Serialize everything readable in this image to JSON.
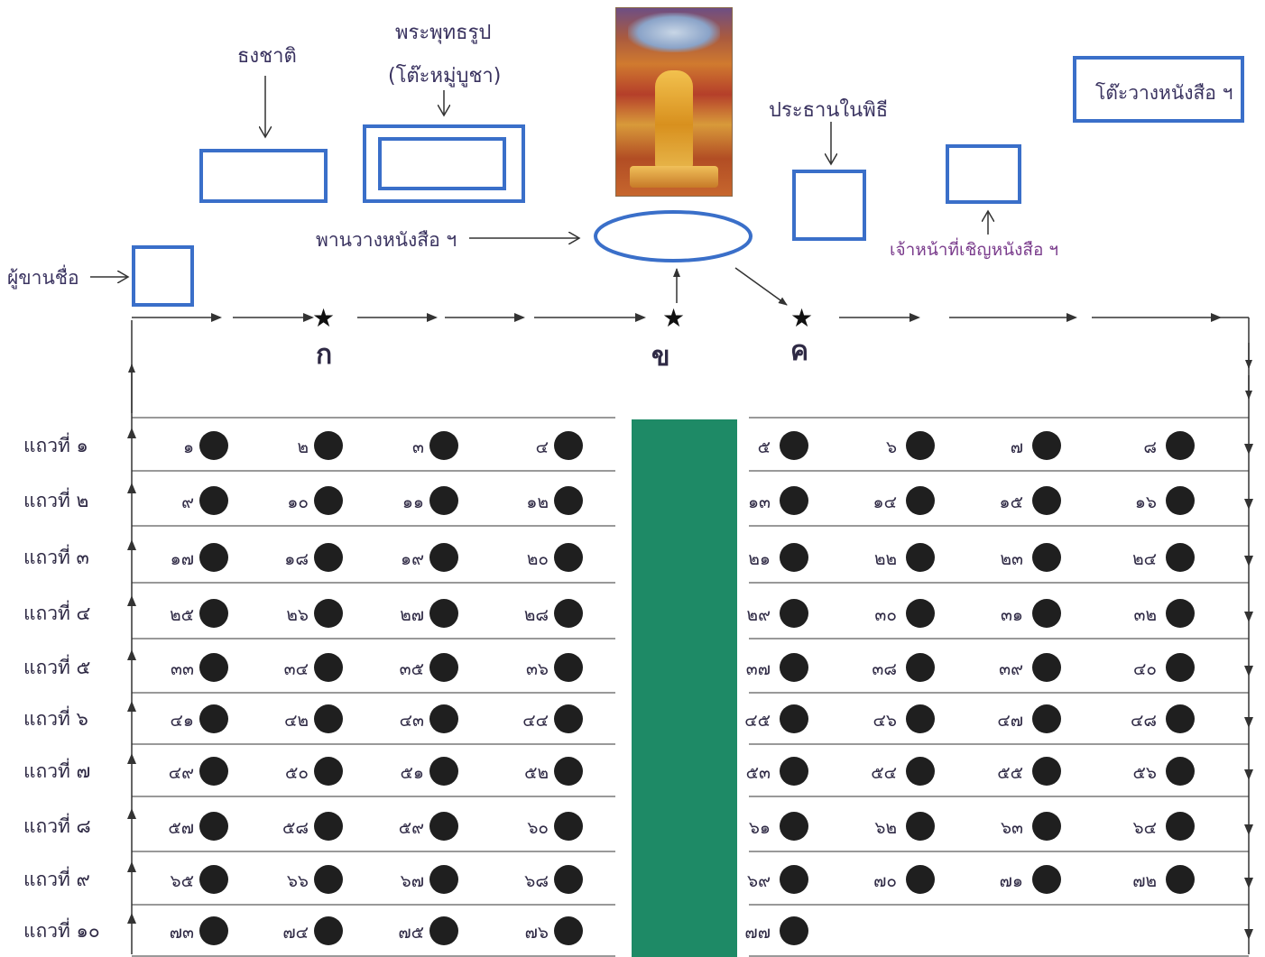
{
  "labels": {
    "flag": "ธงชาติ",
    "buddha_title": "พระพุทธรูป",
    "buddha_sub": "(โต๊ะหมู่บูชา)",
    "book_table": "โต๊ะวางหนังสือ ฯ",
    "chairman": "ประธานในพิธี",
    "tray": "พานวางหนังสือ ฯ",
    "officer": "เจ้าหน้าที่เชิญหนังสือ ฯ",
    "announcer": "ผู้ขานชื่อ"
  },
  "stations": [
    "ก",
    "ข",
    "ค"
  ],
  "rows": [
    {
      "label": "แถวที่ ๑",
      "left": [
        "๑",
        "๒",
        "๓",
        "๔"
      ],
      "right": [
        "๕",
        "๖",
        "๗",
        "๘"
      ]
    },
    {
      "label": "แถวที่ ๒",
      "left": [
        "๙",
        "๑๐",
        "๑๑",
        "๑๒"
      ],
      "right": [
        "๑๓",
        "๑๔",
        "๑๕",
        "๑๖"
      ]
    },
    {
      "label": "แถวที่ ๓",
      "left": [
        "๑๗",
        "๑๘",
        "๑๙",
        "๒๐"
      ],
      "right": [
        "๒๑",
        "๒๒",
        "๒๓",
        "๒๔"
      ]
    },
    {
      "label": "แถวที่ ๔",
      "left": [
        "๒๕",
        "๒๖",
        "๒๗",
        "๒๘"
      ],
      "right": [
        "๒๙",
        "๓๐",
        "๓๑",
        "๓๒"
      ]
    },
    {
      "label": "แถวที่ ๕",
      "left": [
        "๓๓",
        "๓๔",
        "๓๕",
        "๓๖"
      ],
      "right": [
        "๓๗",
        "๓๘",
        "๓๙",
        "๔๐"
      ]
    },
    {
      "label": "แถวที่ ๖",
      "left": [
        "๔๑",
        "๔๒",
        "๔๓",
        "๔๔"
      ],
      "right": [
        "๔๕",
        "๔๖",
        "๔๗",
        "๔๘"
      ]
    },
    {
      "label": "แถวที่ ๗",
      "left": [
        "๔๙",
        "๕๐",
        "๕๑",
        "๕๒"
      ],
      "right": [
        "๕๓",
        "๕๔",
        "๕๕",
        "๕๖"
      ]
    },
    {
      "label": "แถวที่ ๘",
      "left": [
        "๕๗",
        "๕๘",
        "๕๙",
        "๖๐"
      ],
      "right": [
        "๖๑",
        "๖๒",
        "๖๓",
        "๖๔"
      ]
    },
    {
      "label": "แถวที่ ๙",
      "left": [
        "๖๕",
        "๖๖",
        "๖๗",
        "๖๘"
      ],
      "right": [
        "๖๙",
        "๗๐",
        "๗๑",
        "๗๒"
      ]
    },
    {
      "label": "แถวที่ ๑๐",
      "left": [
        "๗๓",
        "๗๔",
        "๗๕",
        "๗๖"
      ],
      "right": [
        "๗๗"
      ]
    }
  ],
  "colors": {
    "box_stroke": "#3a6fc9",
    "aisle": "#1e8a66",
    "seat": "#1f1f1f",
    "line": "#333333"
  },
  "icons": {
    "station_marker": "star-icon",
    "seat_marker": "seat-dot-icon",
    "flow": "arrow-icon"
  }
}
